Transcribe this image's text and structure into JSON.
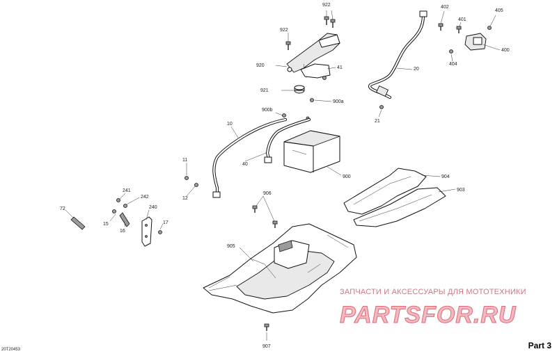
{
  "diagram": {
    "callouts": {
      "c922_top": "922",
      "c922": "922",
      "c920": "920",
      "c41": "41",
      "c921": "921",
      "c900b": "900b",
      "c900a": "900a",
      "c10": "10",
      "c40": "40",
      "c900": "900",
      "c11": "11",
      "c12": "12",
      "c20": "20",
      "c21": "21",
      "c400": "400",
      "c401": "401",
      "c402": "402",
      "c404": "404",
      "c405": "405",
      "c904": "904",
      "c903": "903",
      "c906": "906",
      "c905": "905",
      "c907": "907",
      "c241": "241",
      "c242": "242",
      "c240": "240",
      "c72": "72",
      "c15": "15",
      "c16": "16",
      "c17": "17"
    },
    "drawing_number": "20T20453",
    "part_tag": "Part 3"
  },
  "watermark": {
    "tagline": "ЗАПЧАСТИ И АКСЕССУАРЫ ДЛЯ МОТОТЕХНИКИ",
    "logo_text": "PARTSFOR.RU",
    "color": "#e06a78"
  }
}
